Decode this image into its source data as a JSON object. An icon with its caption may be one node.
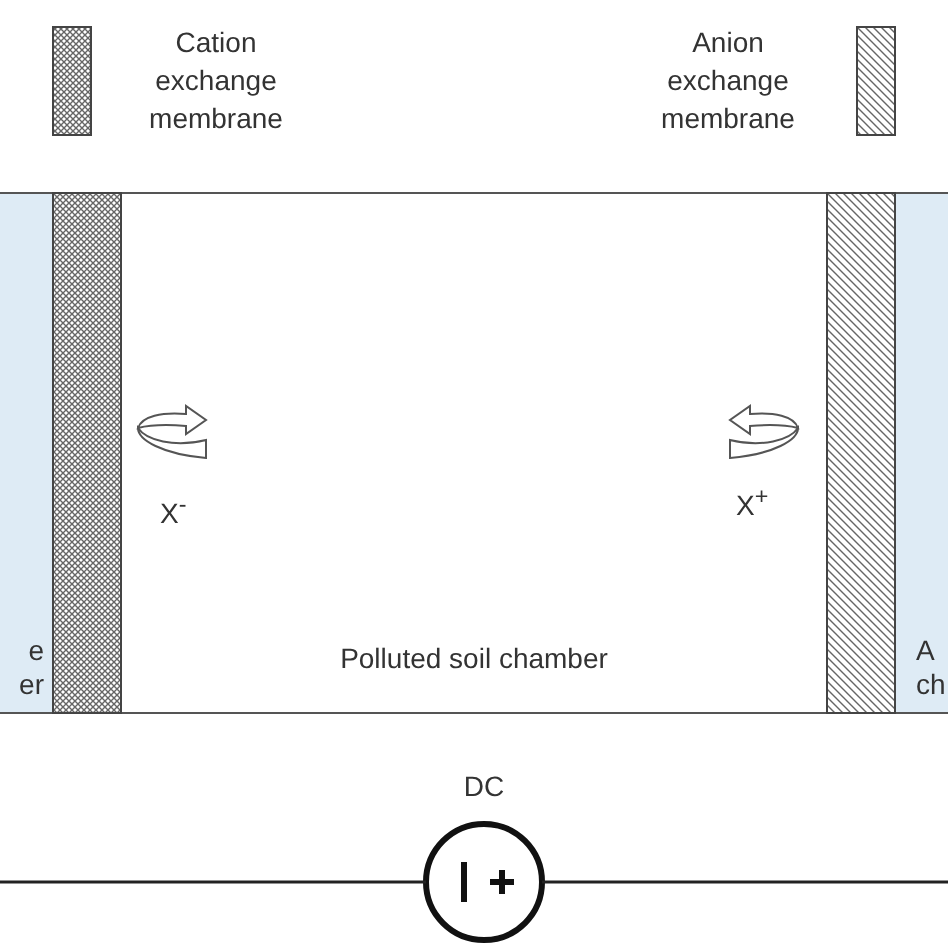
{
  "diagram": {
    "nodes": [
      {
        "text": [
          "e er"
        ]
      },
      {
        "text": [],
        "shape": "box"
      },
      {
        "text": [
          "Polluted soil chamber"
        ]
      },
      {
        "text": [],
        "shape": "box"
      },
      {
        "text": [
          "A ch"
        ]
      },
      {
        "text": [
          "DC"
        ]
      }
    ],
    "edges": [
      {
        "from": null,
        "to": 5,
        "arrow": "none"
      },
      {
        "from": 5,
        "to": null,
        "arrow": "none"
      }
    ],
    "labels": [
      "X$^{-}$",
      "X$^{+}$"
    ],
    "legend": [
      {
        "text": "Cation exchange membrane"
      },
      {
        "text": "Anion exchange membrane"
      }
    ]
  }
}
